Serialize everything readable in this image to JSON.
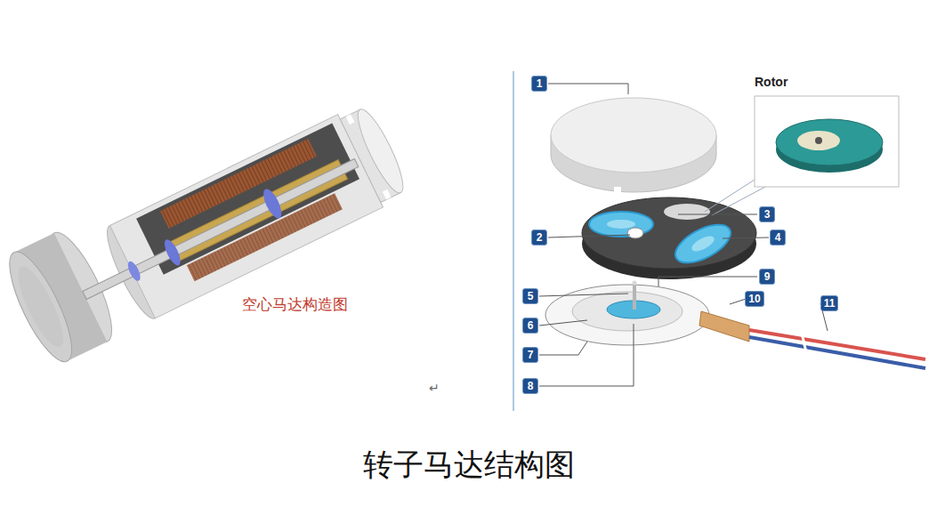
{
  "diagram": {
    "caption": "转子马达结构图",
    "nodes": [
      {
        "text": [
          "Rotor"
        ]
      }
    ],
    "edges": [],
    "labels": [
      "空心马达构造图",
      "1",
      "2",
      "3",
      "4",
      "5",
      "6",
      "7",
      "8",
      "9",
      "10",
      "11",
      "↵"
    ]
  }
}
